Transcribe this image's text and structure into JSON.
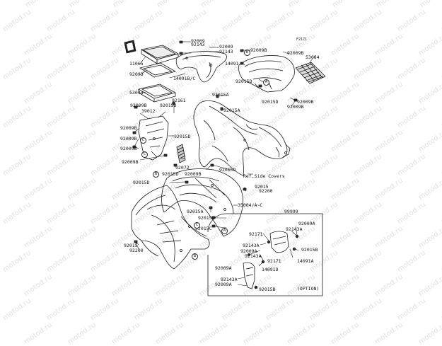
{
  "figure_code": "F2171",
  "watermark_text": "motod.ru",
  "parts": {
    "p92009_top": "92009",
    "p92143_top": "92143",
    "p92009_mid": "92009",
    "p92143_mid": "92143",
    "p92009b_r1": "92009B",
    "p92009b_r2": "92009B",
    "p14091": "14091",
    "p53084": "53084",
    "p11065": "11065",
    "p92093": "92093",
    "p14091bc": "14091B/C",
    "p53044": "53044",
    "p92015d_a": "92015D",
    "p92015d_b": "92015D",
    "p92009b_r3": "92009B",
    "p92015a_a": "92015A",
    "p92015a_b": "92015A",
    "p92161": "92161",
    "p92009b_l1": "92009B",
    "p92015d_c": "92015D",
    "p39012": "39012",
    "p92015d_d": "92015D",
    "p92009b_l2": "92009B",
    "p92009b_l3": "92009B",
    "p92009b_l4": "92009B",
    "p92009b_c": "92009B",
    "p92072": "92072",
    "p92015d_e": "92015D",
    "p92015d_f": "92015D",
    "p92015d_g": "92015D",
    "ref_side": "Ref.Side Covers",
    "p92015_r": "92015",
    "p92200_r": "92200",
    "p35004": "35004/A~C",
    "p99999": "99999",
    "p92015a_c": "92015A",
    "p92015c_a": "92015C",
    "p92015c_b": "92015C",
    "p92015_l": "92015",
    "p92200_l": "92200",
    "p92009a_1": "92009A",
    "p92143a_1": "92143A",
    "p92171_1": "92171",
    "p92143a_2": "92143A",
    "p92009a_2": "92009A",
    "p92015b_1": "92015B",
    "p92143a_3": "92143A",
    "p92171_2": "92171",
    "p14091a": "14091A",
    "p92009a_3": "92009A",
    "p14091d": "14091D",
    "p92143a_4": "92143A",
    "p92009a_4": "92009A",
    "p92015b_2": "92015B",
    "option": "(OPTION)"
  },
  "callouts": {
    "A1": "A",
    "A2": "A",
    "B1": "B",
    "B2": "B",
    "B3": "B",
    "C1": "C",
    "C2": "C",
    "C3": "C"
  }
}
